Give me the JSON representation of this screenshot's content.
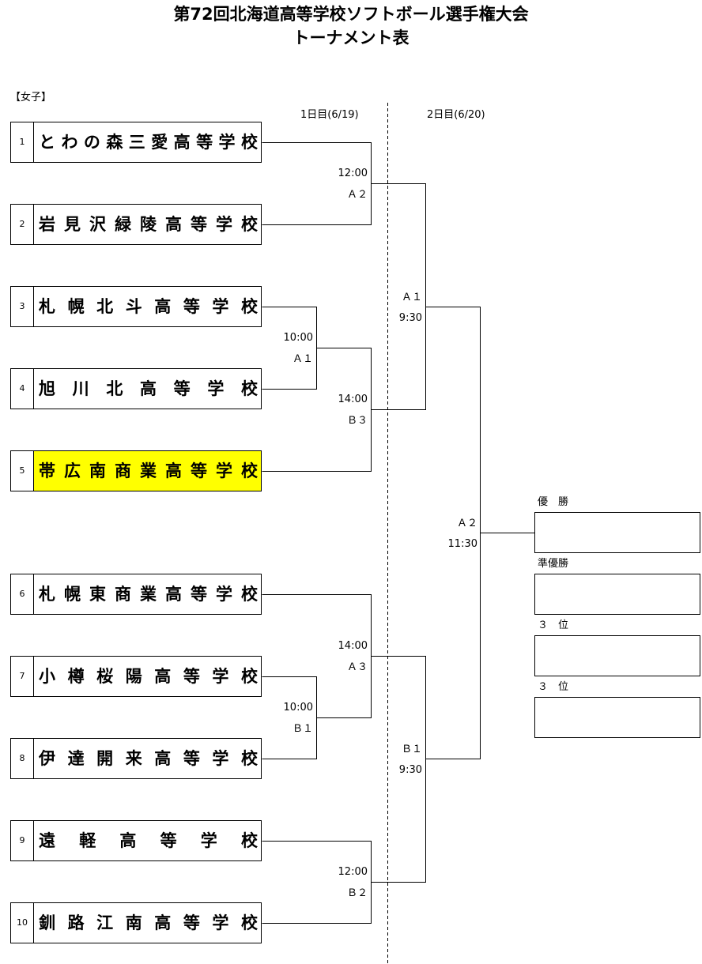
{
  "title_line1": "第72回北海道高等学校ソフトボール選手権大会",
  "title_line2": "トーナメント表",
  "division": "【女子】",
  "day1": "1日目(6/19)",
  "day2": "2日目(6/20)",
  "teams": [
    {
      "num": "1",
      "name": "とわの森三愛高等学校"
    },
    {
      "num": "2",
      "name": "岩見沢緑陵高等学校"
    },
    {
      "num": "3",
      "name": "札幌北斗高等学校"
    },
    {
      "num": "4",
      "name": "旭川北高等学校"
    },
    {
      "num": "5",
      "name": "帯広南商業高等学校"
    },
    {
      "num": "6",
      "name": "札幌東商業高等学校"
    },
    {
      "num": "7",
      "name": "小樽桜陽高等学校"
    },
    {
      "num": "8",
      "name": "伊達開来高等学校"
    },
    {
      "num": "9",
      "name": "遠軽高等学校"
    },
    {
      "num": "10",
      "name": "釧路江南高等学校"
    }
  ],
  "highlight_color": "#ffff00",
  "matches": [
    {
      "time": "12:00",
      "court": "Ａ２"
    },
    {
      "time": "10:00",
      "court": "Ａ１"
    },
    {
      "time": "14:00",
      "court": "Ｂ３"
    },
    {
      "time": "14:00",
      "court": "Ａ３"
    },
    {
      "time": "10:00",
      "court": "Ｂ１"
    },
    {
      "time": "12:00",
      "court": "Ｂ２"
    },
    {
      "time": "9:30",
      "court": "Ａ１"
    },
    {
      "time": "9:30",
      "court": "Ｂ１"
    },
    {
      "time": "11:30",
      "court": "Ａ２"
    }
  ],
  "results": [
    "優　勝",
    "準優勝",
    "３　位",
    "３　位"
  ]
}
